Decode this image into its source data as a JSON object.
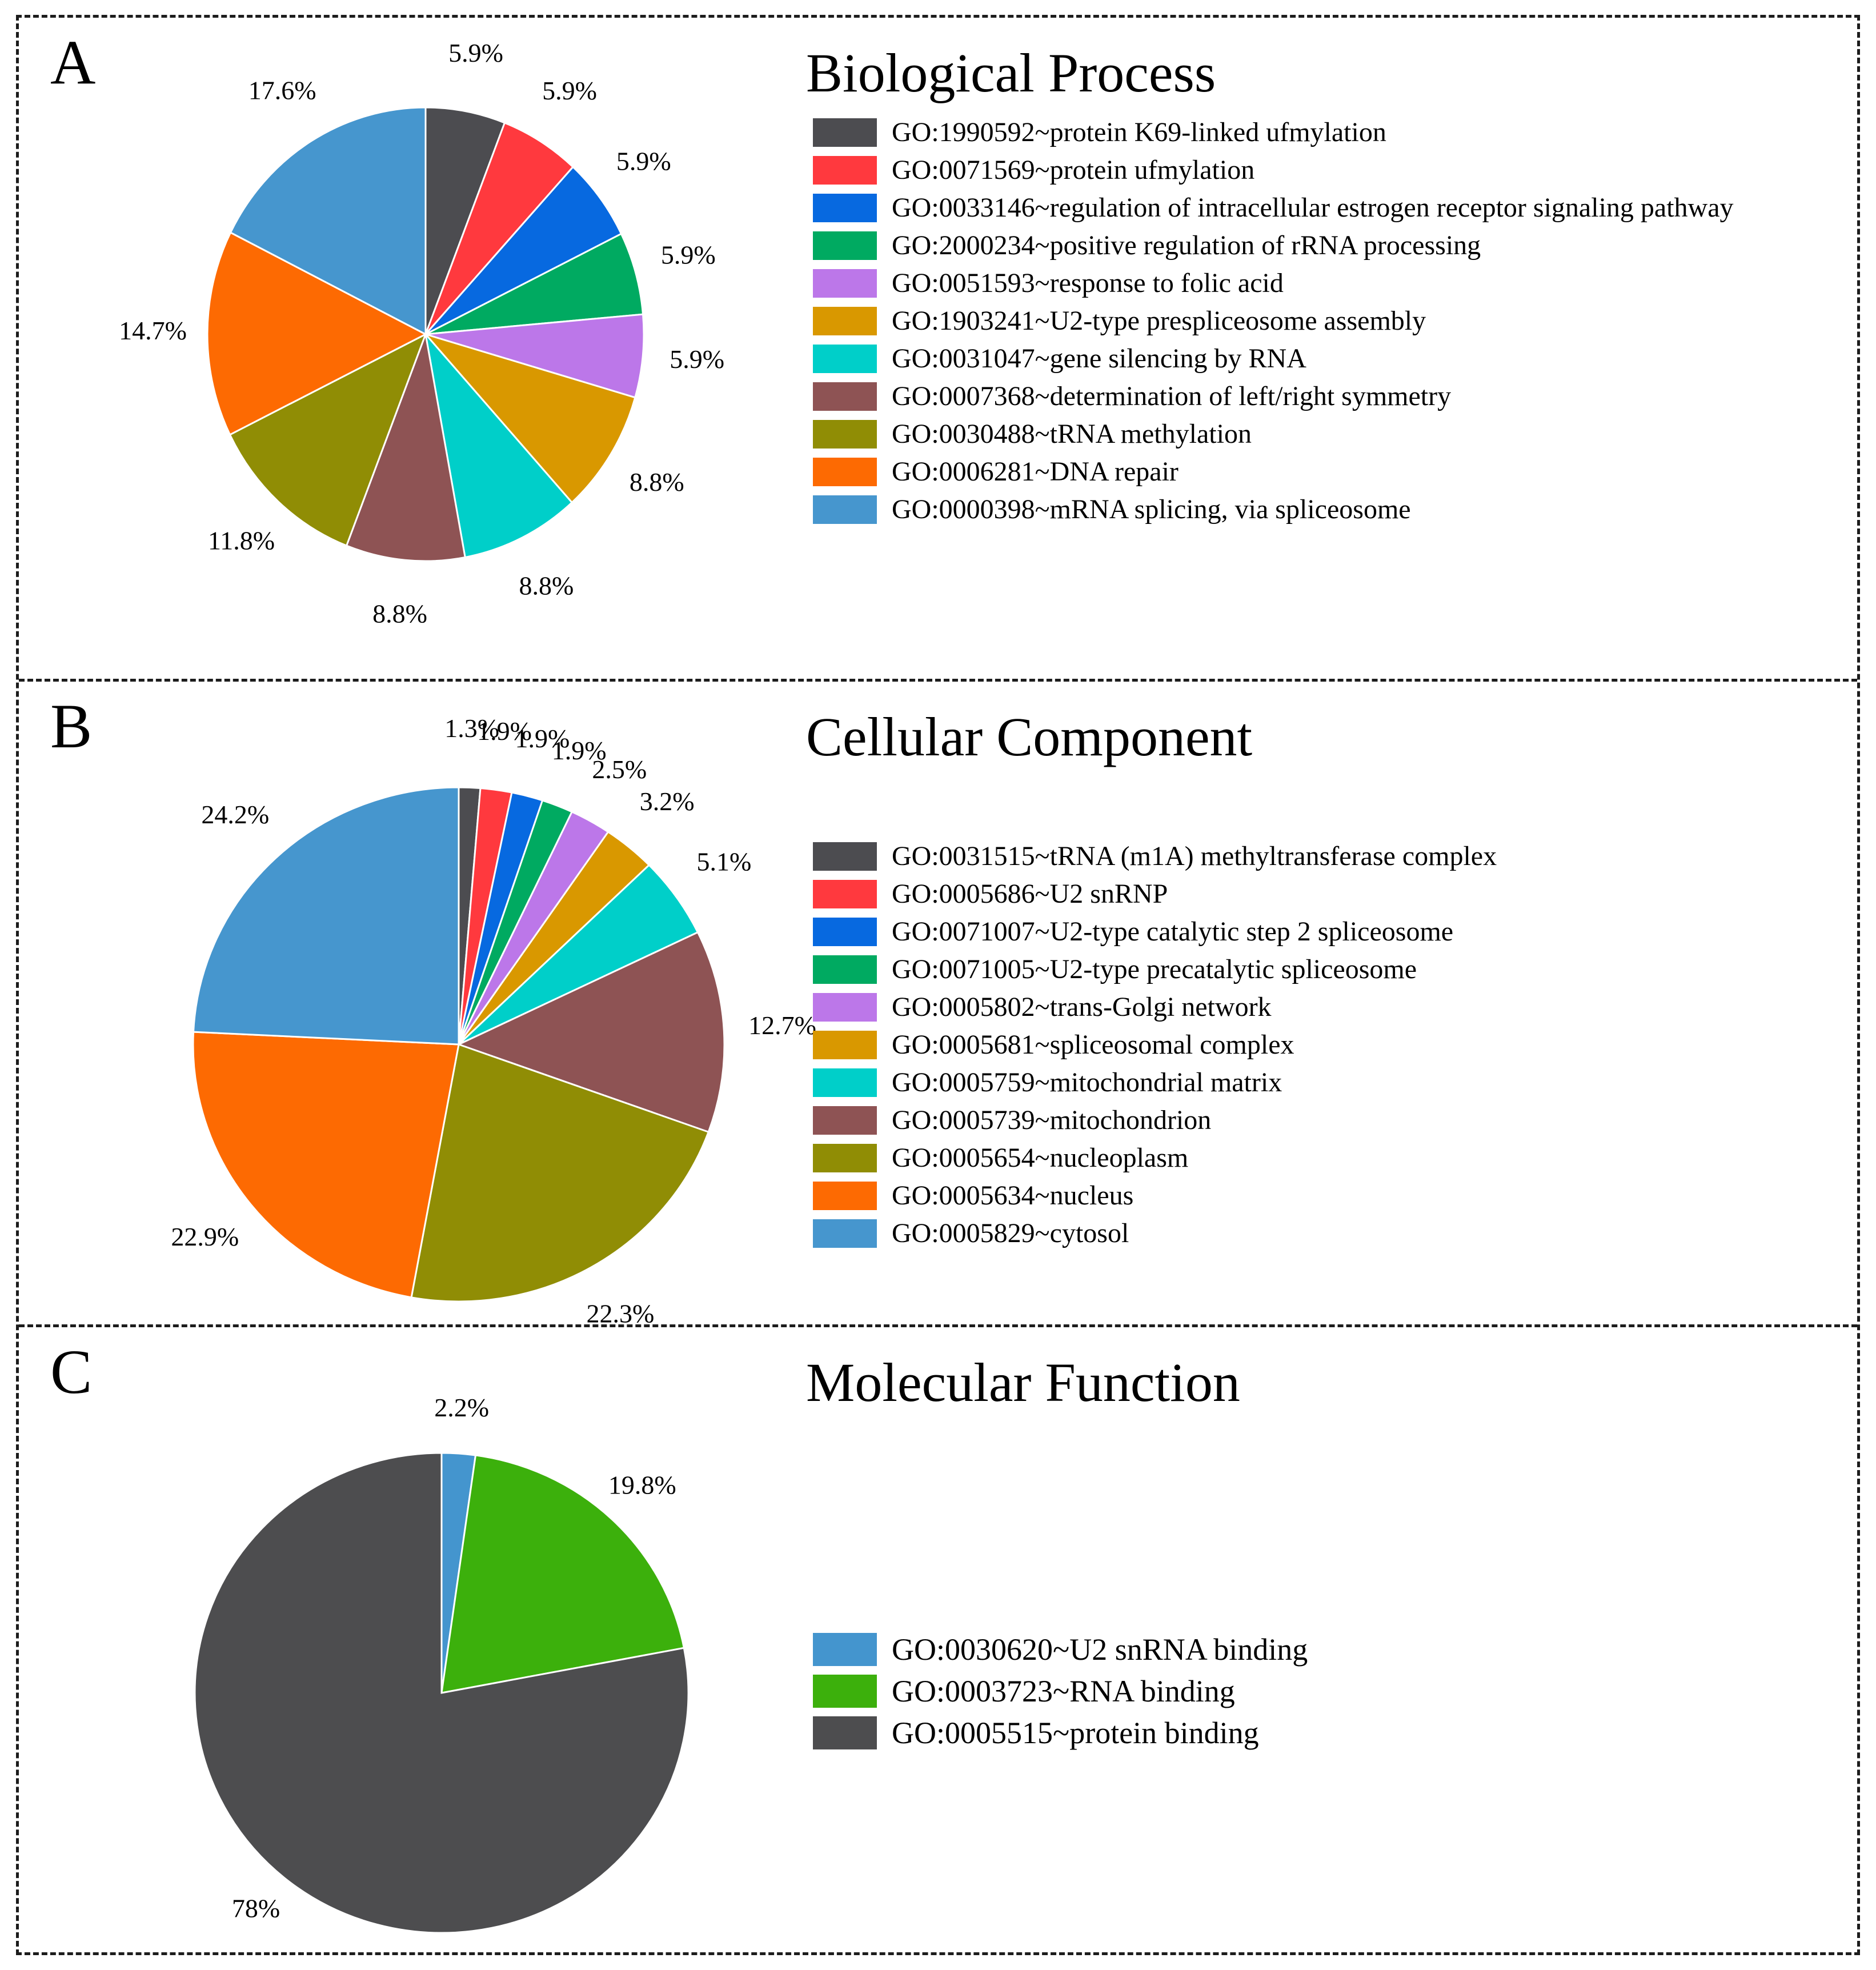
{
  "figure": {
    "background": "#FFFFFF",
    "frame_border_color": "#1C1C1C",
    "text_color": "#000000"
  },
  "panels": [
    {
      "letter": "A",
      "title": "Biological Process"
    },
    {
      "letter": "B",
      "title": "Cellular Component"
    },
    {
      "letter": "C",
      "title": "Molecular Function"
    }
  ],
  "chart_data": [
    {
      "type": "pie",
      "panel": "A",
      "title": "Biological Process",
      "start_angle": "12-oclock",
      "direction": "clockwise",
      "legend_position": "right",
      "slices": [
        {
          "label": "GO:1990592~protein K69-linked ufmylation",
          "value": 5.9,
          "pct_label": "5.9%",
          "color": "#4C4C50"
        },
        {
          "label": "GO:0071569~protein ufmylation",
          "value": 5.9,
          "pct_label": "5.9%",
          "color": "#FF393E"
        },
        {
          "label": "GO:0033146~regulation of intracellular estrogen receptor signaling pathway",
          "value": 5.9,
          "pct_label": "5.9%",
          "color": "#0769E0"
        },
        {
          "label": "GO:2000234~positive regulation of rRNA processing",
          "value": 5.9,
          "pct_label": "5.9%",
          "color": "#00AA61"
        },
        {
          "label": "GO:0051593~response to folic acid",
          "value": 5.9,
          "pct_label": "5.9%",
          "color": "#BC77E9"
        },
        {
          "label": "GO:1903241~U2-type prespliceosome assembly",
          "value": 8.8,
          "pct_label": "8.8%",
          "color": "#D99800"
        },
        {
          "label": "GO:0031047~gene silencing by RNA",
          "value": 8.8,
          "pct_label": "8.8%",
          "color": "#00CFC9"
        },
        {
          "label": "GO:0007368~determination of left/right symmetry",
          "value": 8.8,
          "pct_label": "8.8%",
          "color": "#8E5354"
        },
        {
          "label": "GO:0030488~tRNA methylation",
          "value": 11.8,
          "pct_label": "11.8%",
          "color": "#908D05"
        },
        {
          "label": "GO:0006281~DNA repair",
          "value": 14.7,
          "pct_label": "14.7%",
          "color": "#FD6A02"
        },
        {
          "label": "GO:0000398~mRNA splicing, via spliceosome",
          "value": 17.6,
          "pct_label": "17.6%",
          "color": "#4696CE"
        }
      ]
    },
    {
      "type": "pie",
      "panel": "B",
      "title": "Cellular Component",
      "start_angle": "12-oclock",
      "direction": "clockwise",
      "legend_position": "right",
      "slices": [
        {
          "label": "GO:0031515~tRNA (m1A) methyltransferase complex",
          "value": 1.3,
          "pct_label": "1.3%",
          "color": "#4C4C50"
        },
        {
          "label": "GO:0005686~U2 snRNP",
          "value": 1.9,
          "pct_label": "1.9%",
          "color": "#FF393E"
        },
        {
          "label": "GO:0071007~U2-type catalytic step 2 spliceosome",
          "value": 1.9,
          "pct_label": "1.9%",
          "color": "#0769E0"
        },
        {
          "label": "GO:0071005~U2-type precatalytic spliceosome",
          "value": 1.9,
          "pct_label": "1.9%",
          "color": "#00AA61"
        },
        {
          "label": "GO:0005802~trans-Golgi network",
          "value": 2.5,
          "pct_label": "2.5%",
          "color": "#BC77E9"
        },
        {
          "label": "GO:0005681~spliceosomal complex",
          "value": 3.2,
          "pct_label": "3.2%",
          "color": "#D99800"
        },
        {
          "label": "GO:0005759~mitochondrial matrix",
          "value": 5.1,
          "pct_label": "5.1%",
          "color": "#00CFC9"
        },
        {
          "label": "GO:0005739~mitochondrion",
          "value": 12.7,
          "pct_label": "12.7%",
          "color": "#8E5354"
        },
        {
          "label": "GO:0005654~nucleoplasm",
          "value": 22.3,
          "pct_label": "22.3%",
          "color": "#908D05"
        },
        {
          "label": "GO:0005634~nucleus",
          "value": 22.9,
          "pct_label": "22.9%",
          "color": "#FD6A02"
        },
        {
          "label": "GO:0005829~cytosol",
          "value": 24.2,
          "pct_label": "24.2%",
          "color": "#4696CE"
        }
      ]
    },
    {
      "type": "pie",
      "panel": "C",
      "title": "Molecular Function",
      "start_angle": "12-oclock",
      "direction": "clockwise",
      "legend_position": "right",
      "slices": [
        {
          "label": "GO:0030620~U2 snRNA binding",
          "value": 2.2,
          "pct_label": "2.2%",
          "color": "#4495CE"
        },
        {
          "label": "GO:0003723~RNA binding",
          "value": 19.8,
          "pct_label": "19.8%",
          "color": "#3CB00C"
        },
        {
          "label": "GO:0005515~protein binding",
          "value": 78,
          "pct_label": "78%",
          "color": "#4D4D4F"
        }
      ]
    }
  ]
}
